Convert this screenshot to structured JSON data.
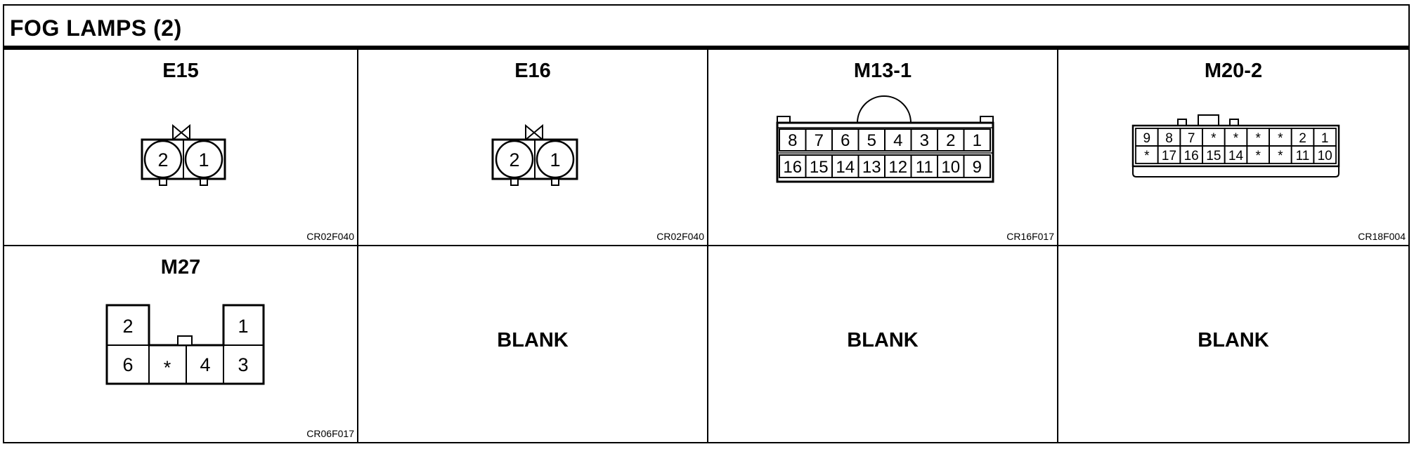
{
  "title": "FOG LAMPS (2)",
  "cells": [
    {
      "name": "E15",
      "code": "CR02F040",
      "pins": [
        "2",
        "1"
      ]
    },
    {
      "name": "E16",
      "code": "CR02F040",
      "pins": [
        "2",
        "1"
      ]
    },
    {
      "name": "M13-1",
      "code": "CR16F017",
      "pins_top": [
        "8",
        "7",
        "6",
        "5",
        "4",
        "3",
        "2",
        "1"
      ],
      "pins_bottom": [
        "16",
        "15",
        "14",
        "13",
        "12",
        "11",
        "10",
        "9"
      ]
    },
    {
      "name": "M20-2",
      "code": "CR18F004",
      "pins_top": [
        "9",
        "8",
        "7",
        "*",
        "*",
        "*",
        "*",
        "2",
        "1"
      ],
      "pins_bottom": [
        "*",
        "17",
        "16",
        "15",
        "14",
        "*",
        "*",
        "11",
        "10"
      ]
    },
    {
      "name": "M27",
      "code": "CR06F017",
      "pins_top": [
        "2",
        "1"
      ],
      "pins_bottom": [
        "6",
        "*",
        "4",
        "3"
      ]
    },
    {
      "blank": "BLANK"
    },
    {
      "blank": "BLANK"
    },
    {
      "blank": "BLANK"
    }
  ]
}
